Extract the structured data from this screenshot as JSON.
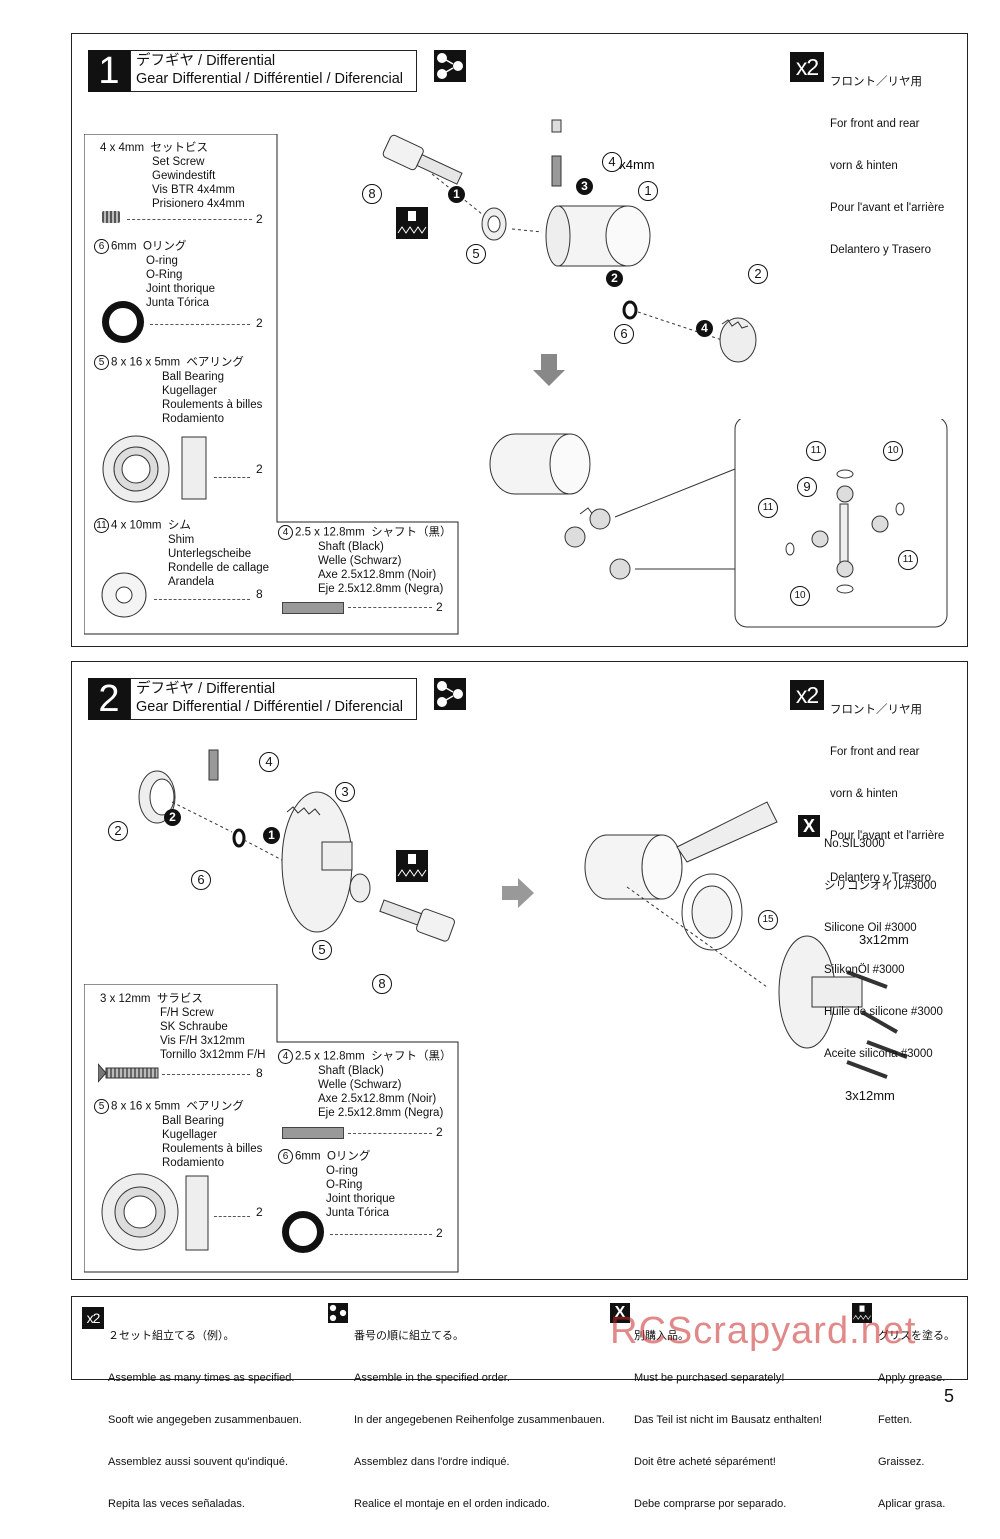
{
  "step1": {
    "number": "1",
    "title_jp": "デフギヤ / Differential",
    "title_en": "Gear Differential / Différentiel / Diferencial",
    "x2_label": "x2",
    "note_lines": [
      "フロント／リヤ用",
      "For front and rear",
      "vorn & hinten",
      "Pour l'avant et l'arrière",
      "Delantero y Trasero"
    ],
    "diagram_label_4x4": "4x4mm",
    "parts": [
      {
        "id": "setscrew",
        "size": "4 x 4mm",
        "jp": "セットビス",
        "names": [
          "Set Screw",
          "Gewindestift",
          "Vis BTR 4x4mm",
          "Prisionero 4x4mm"
        ],
        "qty": "2"
      },
      {
        "id": "6",
        "size": "6mm",
        "jp": "Oリング",
        "names": [
          "O-ring",
          "O-Ring",
          "Joint thorique",
          "Junta Tórica"
        ],
        "qty": "2"
      },
      {
        "id": "5",
        "size": "8 x 16 x 5mm",
        "jp": "ベアリング",
        "names": [
          "Ball Bearing",
          "Kugellager",
          "Roulements à billes",
          "Rodamiento"
        ],
        "qty": "2"
      },
      {
        "id": "11",
        "size": "4 x 10mm",
        "jp": "シム",
        "names": [
          "Shim",
          "Unterlegscheibe",
          "Rondelle de callage",
          "Arandela"
        ],
        "qty": "8"
      },
      {
        "id": "4",
        "size": "2.5 x 12.8mm",
        "jp": "シャフト（黒）",
        "names": [
          "Shaft (Black)",
          "Welle (Schwarz)",
          "Axe 2.5x12.8mm (Noir)",
          "Eje 2.5x12.8mm (Negra)"
        ],
        "qty": "2"
      }
    ]
  },
  "step2": {
    "number": "2",
    "title_jp": "デフギヤ / Differential",
    "title_en": "Gear Differential / Différentiel / Diferencial",
    "x2_label": "x2",
    "note_lines": [
      "フロント／リヤ用",
      "For front and rear",
      "vorn & hinten",
      "Pour l'avant et l'arrière",
      "Delantero y Trasero"
    ],
    "oil_lines": [
      "No.SIL3000",
      "シリコンオイル#3000",
      "Silicone Oil #3000",
      "SilikonÖl #3000",
      "Huile de silicone #3000",
      "Aceite silicona #3000"
    ],
    "screw_label_top": "3x12mm",
    "screw_label_bottom": "3x12mm",
    "parts": [
      {
        "id": "screw",
        "size": "3 x 12mm",
        "jp": "サラビス",
        "names": [
          "F/H Screw",
          "SK Schraube",
          "Vis F/H 3x12mm",
          "Tornillo 3x12mm F/H"
        ],
        "qty": "8"
      },
      {
        "id": "5",
        "size": "8 x 16 x 5mm",
        "jp": "ベアリング",
        "names": [
          "Ball Bearing",
          "Kugellager",
          "Roulements à billes",
          "Rodamiento"
        ],
        "qty": "2"
      },
      {
        "id": "4",
        "size": "2.5 x 12.8mm",
        "jp": "シャフト（黒）",
        "names": [
          "Shaft (Black)",
          "Welle (Schwarz)",
          "Axe 2.5x12.8mm (Noir)",
          "Eje 2.5x12.8mm (Negra)"
        ],
        "qty": "2"
      },
      {
        "id": "6",
        "size": "6mm",
        "jp": "Oリング",
        "names": [
          "O-ring",
          "O-Ring",
          "Joint thorique",
          "Junta Tórica"
        ],
        "qty": "2"
      }
    ]
  },
  "legend": [
    {
      "icon": "x2",
      "lines": [
        "２セット組立てる（例）。",
        "Assemble as many times as specified.",
        "Sooft wie angegeben zusammenbauen.",
        "Assemblez aussi souvent qu'indiqué.",
        "Repita las veces señaladas."
      ]
    },
    {
      "icon": "order",
      "lines": [
        "番号の順に組立てる。",
        "Assemble in the specified order.",
        "In der angegebenen Reihenfolge zusammenbauen.",
        "Assemblez dans l'ordre indiqué.",
        "Realice el montaje en el orden indicado."
      ]
    },
    {
      "icon": "X",
      "lines": [
        "別購入品。",
        "Must be purchased separately!",
        "Das Teil ist nicht im Bausatz enthalten!",
        "Doit être acheté séparément!",
        "Debe comprarse por separado."
      ]
    },
    {
      "icon": "grease",
      "lines": [
        "グリスを塗る。",
        "Apply grease.",
        "Fetten.",
        "Graissez.",
        "Aplicar grasa."
      ]
    }
  ],
  "watermark": "RCScrapyard.net",
  "page_number": "5"
}
